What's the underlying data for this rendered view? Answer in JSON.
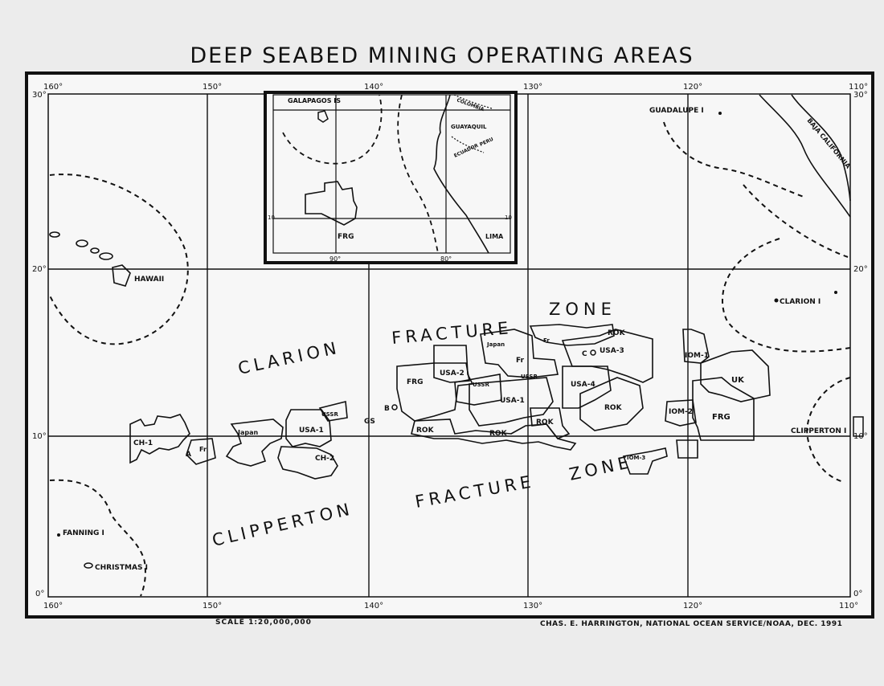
{
  "title": "DEEP SEABED MINING OPERATING AREAS",
  "scale": "SCALE 1:20,000,000",
  "credit": "CHAS. E. HARRINGTON, NATIONAL OCEAN SERVICE/NOAA, DEC. 1991",
  "longitude_labels": [
    "160°",
    "150°",
    "140°",
    "130°",
    "120°",
    "110°"
  ],
  "latitude_labels": [
    "30°",
    "20°",
    "10°",
    "0°"
  ],
  "inset": {
    "lon_labels": [
      "90°",
      "80°"
    ],
    "lat_label": "10",
    "labels": [
      "GALAPAGOS IS",
      "COLOMBIA",
      "GUAYAQUIL",
      "ECUADOR",
      "PERU",
      "LIMA",
      "FRG"
    ]
  },
  "places": [
    "GUADALUPE I",
    "BAJA CALIFORNIA",
    "HAWAII",
    "CLARION I",
    "CLIPPERTON I",
    "FANNING I",
    "CHRISTMAS I"
  ],
  "zones": {
    "clarion_1": "CLARION",
    "clarion_2": "FRACTURE",
    "clarion_3": "ZONE",
    "clipperton_1": "CLIPPERTON",
    "clipperton_2": "FRACTURE",
    "clipperton_3": "ZONE"
  },
  "mining_areas": [
    "CH-1",
    "A",
    "Fr",
    "Japan",
    "USA-1",
    "USSR",
    "CH-2",
    "GS",
    "B",
    "FRG",
    "USA-2",
    "USSR",
    "USA-1",
    "ROK",
    "ROK",
    "ROK",
    "Japan",
    "Fr",
    "C",
    "USA-3",
    "ROK",
    "USA-4",
    "ROK",
    "IOM-1",
    "UK",
    "IOM-2",
    "FRG",
    "IOM-3",
    "USSR",
    "Fr"
  ]
}
